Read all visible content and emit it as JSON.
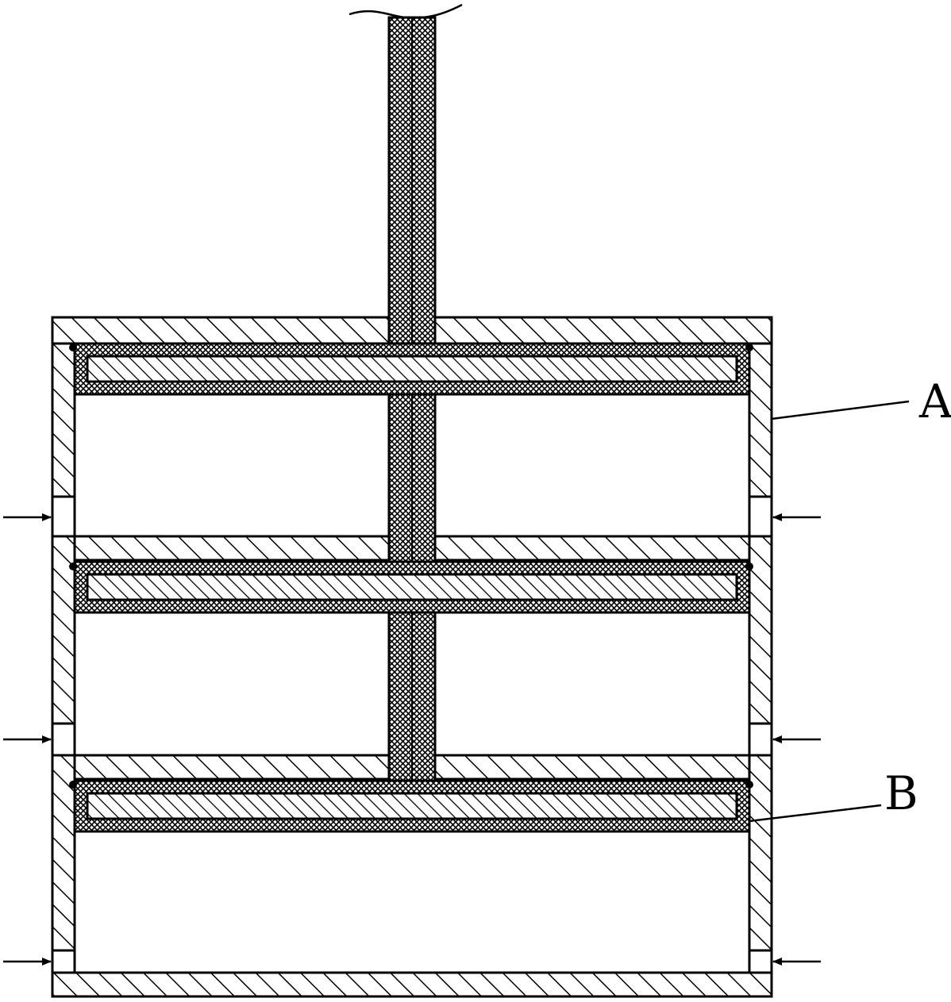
{
  "labels": {
    "a": "A",
    "b": "B"
  },
  "colors": {
    "ink": "#000000",
    "paper": "#ffffff"
  },
  "hatch_patterns": {
    "housing": "diagonal-hatch",
    "plate": "dense-diagonal-hatch",
    "shaft": "cross-hatch"
  },
  "arrow_count_per_side": 3
}
